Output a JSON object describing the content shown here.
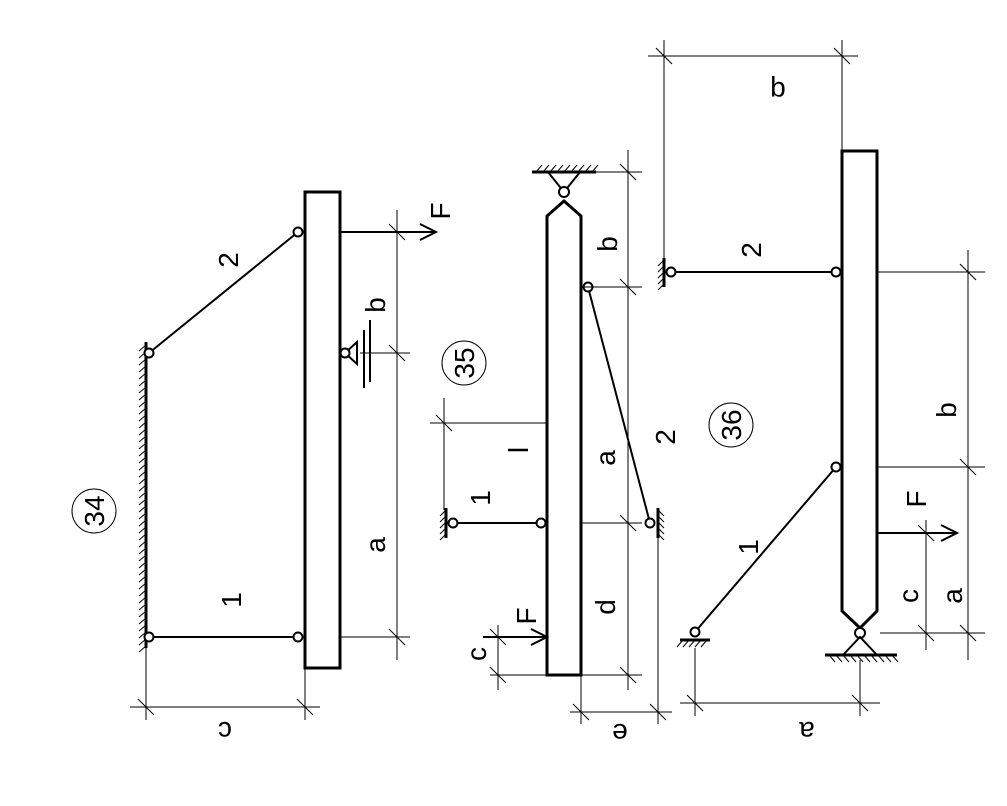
{
  "colors": {
    "ink": "#000000",
    "background": "#ffffff"
  },
  "fig34": {
    "number": "34",
    "label_rod1": "1",
    "label_rod2": "2",
    "label_F": "F",
    "label_a": "a",
    "label_b": "b",
    "label_c": "c"
  },
  "fig35": {
    "number": "35",
    "label_rod1": "1",
    "label_rod2": "2",
    "label_F": "F",
    "label_l": "l",
    "label_a": "a",
    "label_b": "b",
    "label_c": "c",
    "label_d": "d",
    "label_e": "e"
  },
  "fig36": {
    "number": "36",
    "label_rod1": "1",
    "label_rod2": "2",
    "label_F": "F",
    "label_a_top": "a",
    "label_a_bottom": "a",
    "label_b": "b",
    "label_c": "c",
    "label_q": "q"
  }
}
